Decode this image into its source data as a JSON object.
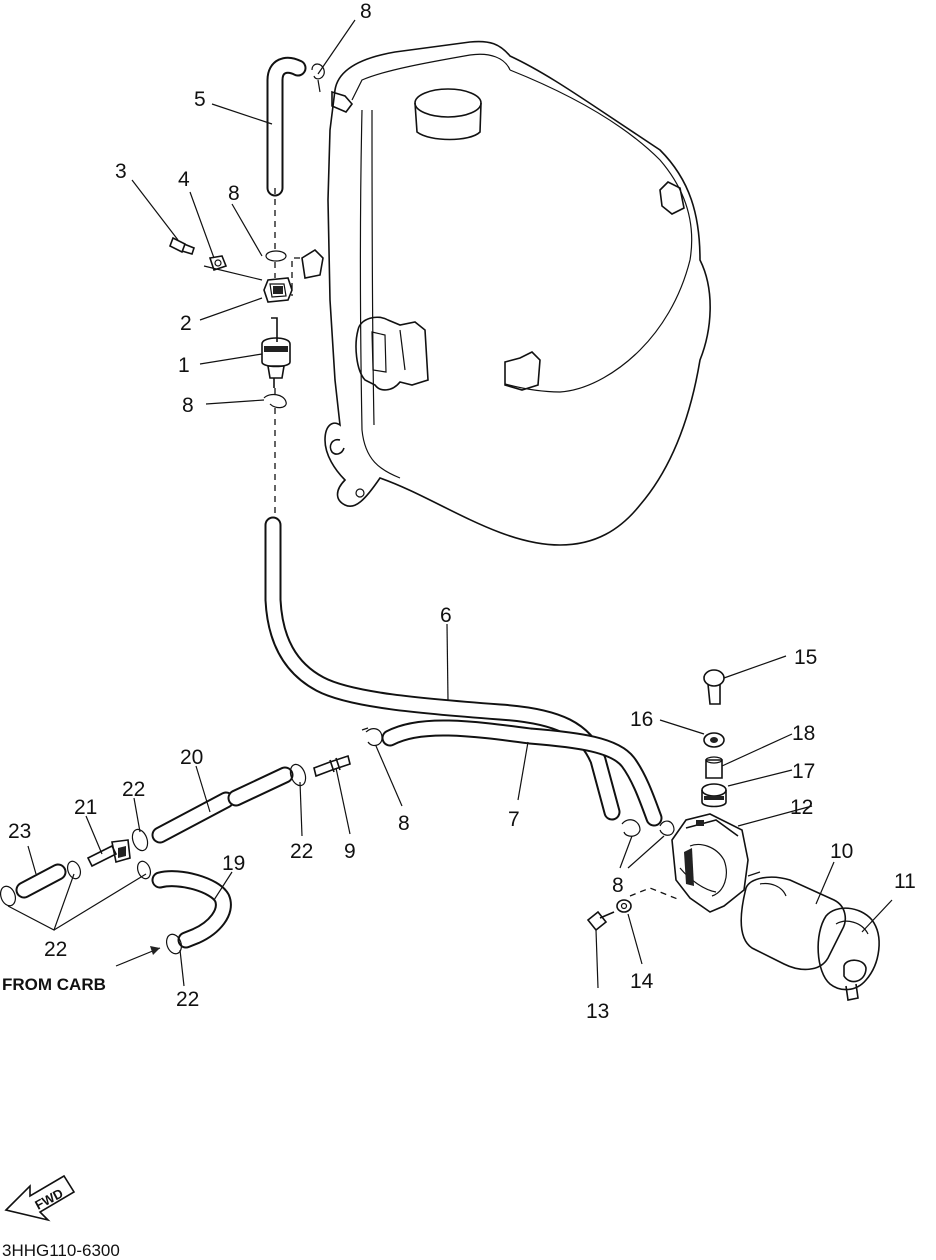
{
  "callouts": {
    "c1": "1",
    "c2": "2",
    "c3": "3",
    "c4": "4",
    "c5": "5",
    "c6": "6",
    "c7": "7",
    "c8a": "8",
    "c8b": "8",
    "c8c": "8",
    "c8d": "8",
    "c8e": "8",
    "c9": "9",
    "c10": "10",
    "c11": "11",
    "c12": "12",
    "c13": "13",
    "c14": "14",
    "c15": "15",
    "c16": "16",
    "c17": "17",
    "c18": "18",
    "c19": "19",
    "c20": "20",
    "c21": "21",
    "c22a": "22",
    "c22b": "22",
    "c22c": "22",
    "c22d": "22",
    "c23": "23"
  },
  "notes": {
    "from_carb": "FROM CARB",
    "fwd": "FWD"
  },
  "drawing_code": "3HHG110-6300"
}
